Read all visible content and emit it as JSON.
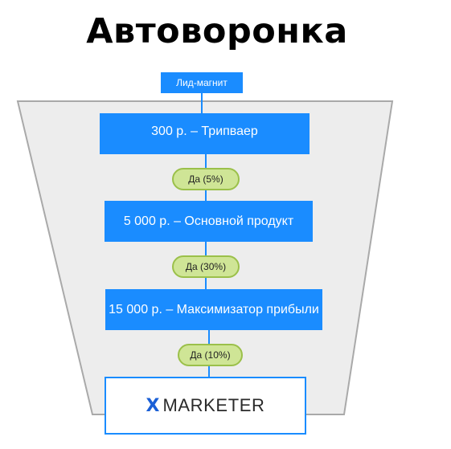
{
  "title": "Автоворонка",
  "lead_magnet": "Лид-магнит",
  "steps": [
    {
      "label": "300 р. – Трипваер"
    },
    {
      "label": "5 000 р. – Основной продукт"
    },
    {
      "label": "15 000 р. – Максимизатор прибыли"
    }
  ],
  "conversions": [
    "Да (5%)",
    "Да (30%)",
    "Да (10%)"
  ],
  "logo": {
    "mark": "X",
    "text": "MARKETER"
  },
  "colors": {
    "node": "#1a8cff",
    "funnel_fill": "#ededed",
    "funnel_stroke": "#a9a9a9",
    "pill_fill": "#cfe596",
    "pill_border": "#9bc04a",
    "logo_mark": "#1a5fd6"
  }
}
